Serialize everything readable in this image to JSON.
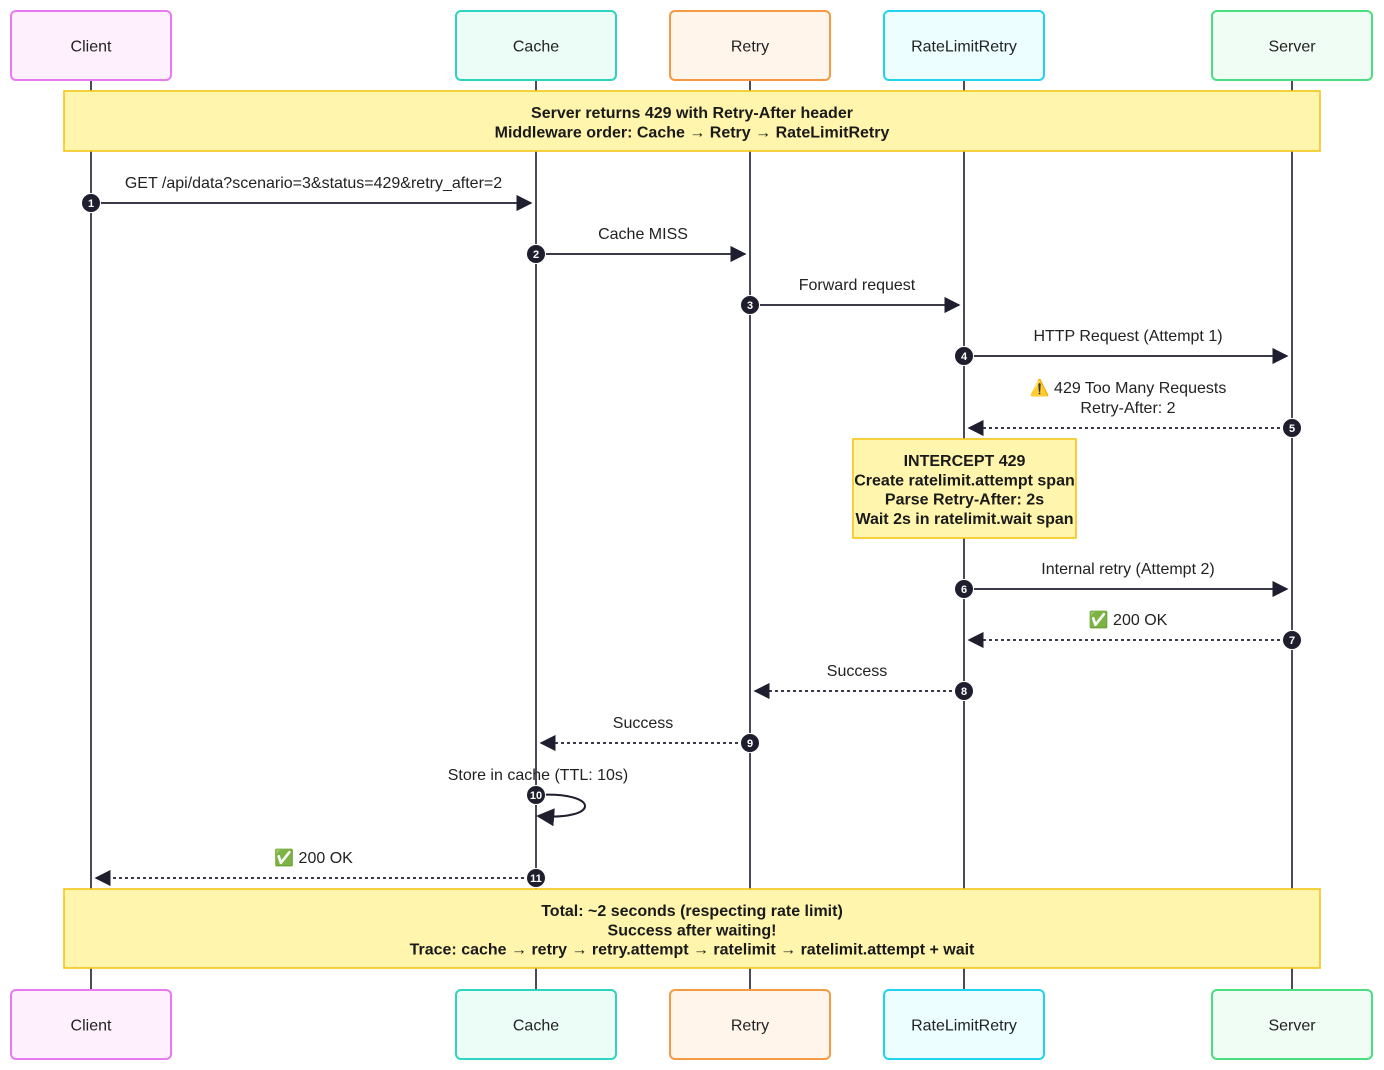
{
  "actors": [
    {
      "id": "client",
      "label": "Client",
      "fill": "#fff0fd",
      "stroke": "#e879f0"
    },
    {
      "id": "cache",
      "label": "Cache",
      "fill": "#ecfdf8",
      "stroke": "#2dd4bf"
    },
    {
      "id": "retry",
      "label": "Retry",
      "fill": "#fff5eb",
      "stroke": "#f59a42"
    },
    {
      "id": "ratelimit",
      "label": "RateLimitRetry",
      "fill": "#ecfeff",
      "stroke": "#22d3ee"
    },
    {
      "id": "server",
      "label": "Server",
      "fill": "#f0fdf4",
      "stroke": "#4ade80"
    }
  ],
  "notes": [
    {
      "id": "top-note",
      "lines": [
        "Server returns 429 with Retry-After header",
        "Middleware order: Cache → Retry → RateLimitRetry"
      ]
    },
    {
      "id": "intercept-note",
      "lines": [
        "INTERCEPT 429",
        "Create ratelimit.attempt span",
        "Parse Retry-After: 2s",
        "Wait 2s in ratelimit.wait span"
      ]
    },
    {
      "id": "bottom-note",
      "lines": [
        "Total: ~2 seconds (respecting rate limit)",
        "Success after waiting!",
        "Trace: cache → retry → retry.attempt → ratelimit → ratelimit.attempt + wait"
      ]
    }
  ],
  "messages": [
    {
      "num": "1",
      "from": "client",
      "to": "cache",
      "type": "solid",
      "lines": [
        "GET /api/data?scenario=3&status=429&retry_after=2"
      ]
    },
    {
      "num": "2",
      "from": "cache",
      "to": "retry",
      "type": "solid",
      "lines": [
        "Cache MISS"
      ]
    },
    {
      "num": "3",
      "from": "retry",
      "to": "ratelimit",
      "type": "solid",
      "lines": [
        "Forward request"
      ]
    },
    {
      "num": "4",
      "from": "ratelimit",
      "to": "server",
      "type": "solid",
      "lines": [
        "HTTP Request (Attempt 1)"
      ]
    },
    {
      "num": "5",
      "from": "server",
      "to": "ratelimit",
      "type": "dotted",
      "lines": [
        "⚠️ 429 Too Many Requests",
        "Retry-After: 2"
      ]
    },
    {
      "num": "6",
      "from": "ratelimit",
      "to": "server",
      "type": "solid",
      "lines": [
        "Internal retry (Attempt 2)"
      ]
    },
    {
      "num": "7",
      "from": "server",
      "to": "ratelimit",
      "type": "dotted",
      "lines": [
        "✅ 200 OK"
      ]
    },
    {
      "num": "8",
      "from": "ratelimit",
      "to": "retry",
      "type": "dotted",
      "lines": [
        "Success"
      ]
    },
    {
      "num": "9",
      "from": "retry",
      "to": "cache",
      "type": "dotted",
      "lines": [
        "Success"
      ]
    },
    {
      "num": "10",
      "from": "cache",
      "to": "cache",
      "type": "self",
      "lines": [
        "Store in cache (TTL: 10s)"
      ]
    },
    {
      "num": "11",
      "from": "cache",
      "to": "client",
      "type": "dotted",
      "lines": [
        "✅ 200 OK"
      ]
    }
  ],
  "colors": {
    "line": "#1e1e2e",
    "note_fill": "#fff5ad",
    "note_stroke": "#f5c518",
    "number_badge": "#1e1e2e"
  }
}
